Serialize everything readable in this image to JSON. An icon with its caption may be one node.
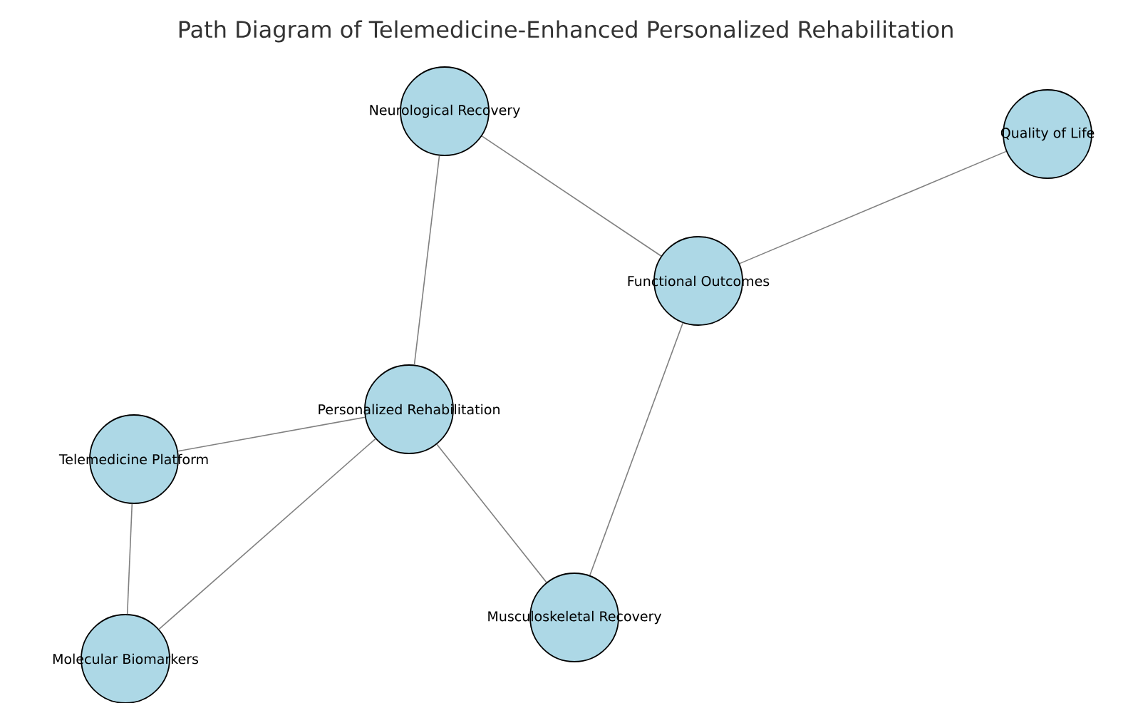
{
  "diagram": {
    "title": "Path Diagram of Telemedicine-Enhanced Personalized Rehabilitation",
    "nodes": [
      {
        "text": [
          "Neurological Recovery"
        ]
      },
      {
        "text": [
          "Quality of Life"
        ]
      },
      {
        "text": [
          "Functional Outcomes"
        ]
      },
      {
        "text": [
          "Personalized Rehabilitation"
        ]
      },
      {
        "text": [
          "Telemedicine Platform"
        ]
      },
      {
        "text": [
          "Molecular Biomarkers"
        ]
      },
      {
        "text": [
          "Musculoskeletal Recovery"
        ]
      }
    ],
    "edges": [
      {
        "from": 0,
        "to": 3,
        "arrow": "none"
      },
      {
        "from": 0,
        "to": 2,
        "arrow": "none"
      },
      {
        "from": 2,
        "to": 1,
        "arrow": "none"
      },
      {
        "from": 2,
        "to": 6,
        "arrow": "none"
      },
      {
        "from": 3,
        "to": 4,
        "arrow": "none"
      },
      {
        "from": 3,
        "to": 5,
        "arrow": "none"
      },
      {
        "from": 3,
        "to": 6,
        "arrow": "none"
      },
      {
        "from": 4,
        "to": 5,
        "arrow": "none"
      }
    ]
  }
}
